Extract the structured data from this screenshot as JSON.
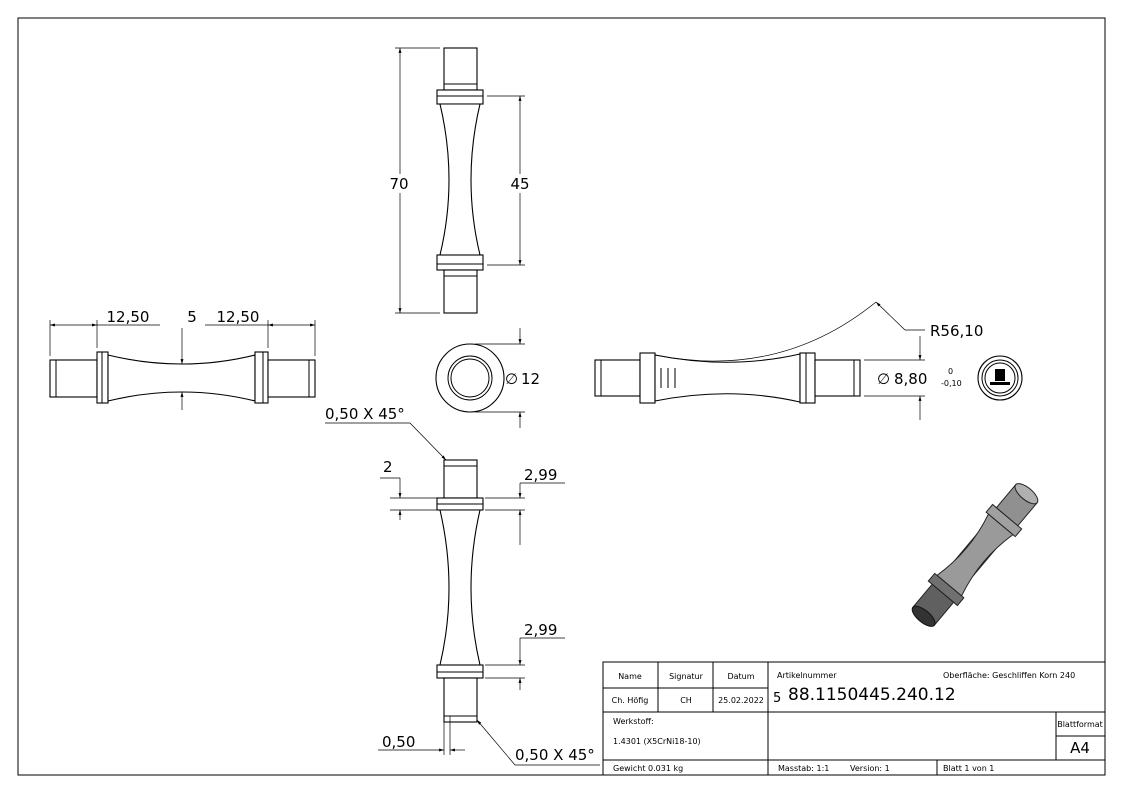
{
  "dimensions": {
    "overall_length": "70",
    "body_length": "45",
    "left_stub": "12,50",
    "center": "5",
    "right_stub": "12,50",
    "diameter": "12",
    "radius": "R56,10",
    "end_diameter": "8,80",
    "tol_upper": "0",
    "tol_lower": "-0,10",
    "chamfer_top": "0,50 X 45°",
    "groove": "2",
    "collar_top": "2,99",
    "collar_bottom": "2,99",
    "chamfer_width": "0,50",
    "chamfer_bottom": "0,50 X 45°",
    "diameter_symbol": "∅"
  },
  "title_block": {
    "name_label": "Name",
    "signatur_label": "Signatur",
    "datum_label": "Datum",
    "name": "Ch. Höfig",
    "signatur": "CH",
    "datum": "25.02.2022",
    "artikelnummer_label": "Artikelnummer",
    "oberflaeche": "Oberfläche:  Geschliffen Korn 240",
    "artikelnummer_prefix": "5",
    "artikelnummer": "88.1150445.240.12",
    "werkstoff_label": "Werkstoff:",
    "werkstoff": "1.4301 (X5CrNi18-10)",
    "blattformat_label": "Blattformat",
    "blattformat": "A4",
    "gewicht": "Gewicht 0.031 kg",
    "massstab": "Masstab: 1:1",
    "version": "Version: 1",
    "blatt": "Blatt 1 von 1"
  }
}
